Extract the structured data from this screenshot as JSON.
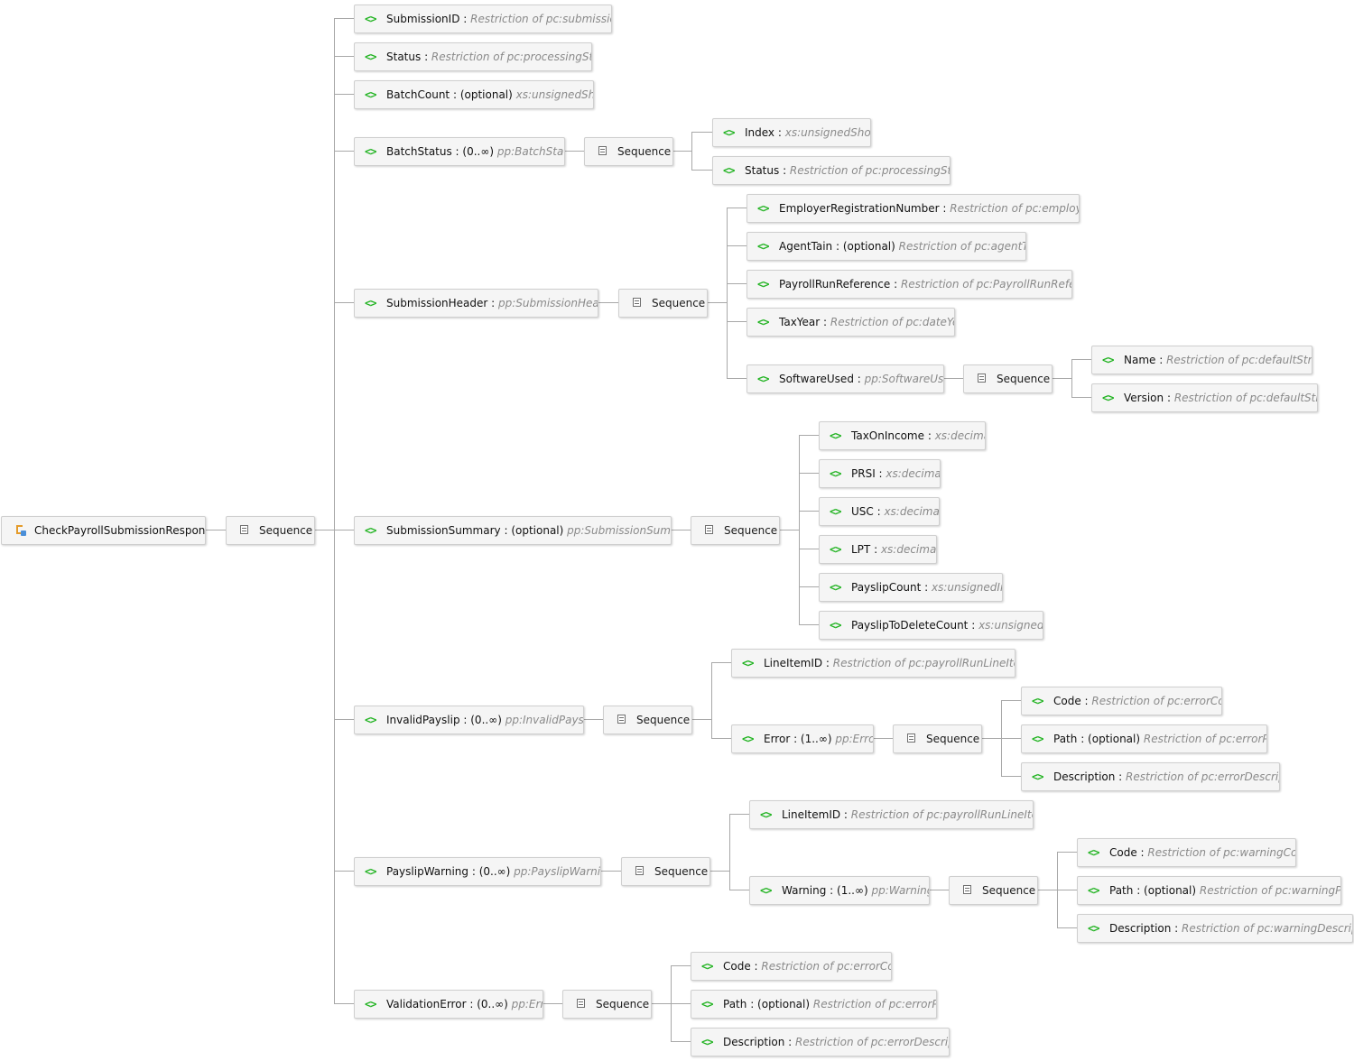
{
  "root": {
    "name": "CheckPayrollSubmissionResponse"
  },
  "sequence_label": "Sequence",
  "elements": {
    "SubmissionID": {
      "name": "SubmissionID",
      "type": "Restriction of pc:submissionID"
    },
    "Status": {
      "name": "Status",
      "type": "Restriction of pc:processingStatus"
    },
    "BatchCount": {
      "name": "BatchCount",
      "occurs": "(optional)",
      "type": "xs:unsignedShort"
    },
    "BatchStatus": {
      "name": "BatchStatus",
      "occurs": "(0..∞)",
      "type": "pp:BatchStatus"
    },
    "BatchStatus_Index": {
      "name": "Index",
      "type": "xs:unsignedShort"
    },
    "BatchStatus_Status": {
      "name": "Status",
      "type": "Restriction of pc:processingStatus"
    },
    "SubmissionHeader": {
      "name": "SubmissionHeader",
      "type": "pp:SubmissionHeader"
    },
    "EmployerRegistrationNumber": {
      "name": "EmployerRegistrationNumber",
      "type": "Restriction of pc:employerReg"
    },
    "AgentTain": {
      "name": "AgentTain",
      "occurs": "(optional)",
      "type": "Restriction of pc:agentTAIN"
    },
    "PayrollRunReference": {
      "name": "PayrollRunReference",
      "type": "Restriction of pc:PayrollRunReference"
    },
    "TaxYear": {
      "name": "TaxYear",
      "type": "Restriction of pc:dateYear"
    },
    "SoftwareUsed": {
      "name": "SoftwareUsed",
      "type": "pp:SoftwareUsed"
    },
    "SoftwareUsed_Name": {
      "name": "Name",
      "type": "Restriction of pc:defaultString"
    },
    "SoftwareUsed_Version": {
      "name": "Version",
      "type": "Restriction of pc:defaultString"
    },
    "SubmissionSummary": {
      "name": "SubmissionSummary",
      "occurs": "(optional)",
      "type": "pp:SubmissionSummary"
    },
    "TaxOnIncome": {
      "name": "TaxOnIncome",
      "type": "xs:decimal"
    },
    "PRSI": {
      "name": "PRSI",
      "type": "xs:decimal"
    },
    "USC": {
      "name": "USC",
      "type": "xs:decimal"
    },
    "LPT": {
      "name": "LPT",
      "type": "xs:decimal"
    },
    "PayslipCount": {
      "name": "PayslipCount",
      "type": "xs:unsignedInt"
    },
    "PayslipToDeleteCount": {
      "name": "PayslipToDeleteCount",
      "type": "xs:unsignedInt"
    },
    "InvalidPayslip": {
      "name": "InvalidPayslip",
      "occurs": "(0..∞)",
      "type": "pp:InvalidPayslip"
    },
    "InvalidPayslip_LineItemID": {
      "name": "LineItemID",
      "type": "Restriction of pc:payrollRunLineItemID"
    },
    "InvalidPayslip_Error": {
      "name": "Error",
      "occurs": "(1..∞)",
      "type": "pp:Error"
    },
    "InvalidPayslip_Error_Code": {
      "name": "Code",
      "type": "Restriction of pc:errorCode"
    },
    "InvalidPayslip_Error_Path": {
      "name": "Path",
      "occurs": "(optional)",
      "type": "Restriction of pc:errorPath"
    },
    "InvalidPayslip_Error_Description": {
      "name": "Description",
      "type": "Restriction of pc:errorDescription"
    },
    "PayslipWarning": {
      "name": "PayslipWarning",
      "occurs": "(0..∞)",
      "type": "pp:PayslipWarning"
    },
    "PayslipWarning_LineItemID": {
      "name": "LineItemID",
      "type": "Restriction of pc:payrollRunLineItemID"
    },
    "PayslipWarning_Warning": {
      "name": "Warning",
      "occurs": "(1..∞)",
      "type": "pp:Warning"
    },
    "PayslipWarning_Warning_Code": {
      "name": "Code",
      "type": "Restriction of pc:warningCode"
    },
    "PayslipWarning_Warning_Path": {
      "name": "Path",
      "occurs": "(optional)",
      "type": "Restriction of pc:warningPath"
    },
    "PayslipWarning_Warning_Description": {
      "name": "Description",
      "type": "Restriction of pc:warningDescription"
    },
    "ValidationError": {
      "name": "ValidationError",
      "occurs": "(0..∞)",
      "type": "pp:Error"
    },
    "ValidationError_Code": {
      "name": "Code",
      "type": "Restriction of pc:errorCode"
    },
    "ValidationError_Path": {
      "name": "Path",
      "occurs": "(optional)",
      "type": "Restriction of pc:errorPath"
    },
    "ValidationError_Description": {
      "name": "Description",
      "type": "Restriction of pc:errorDescription"
    }
  },
  "colors": {
    "element_icon": "#21b321",
    "type_text": "#8a8a8a",
    "connector": "#a8a8a8",
    "node_bg": "#f5f5f5",
    "node_border": "#cfcfcf"
  }
}
